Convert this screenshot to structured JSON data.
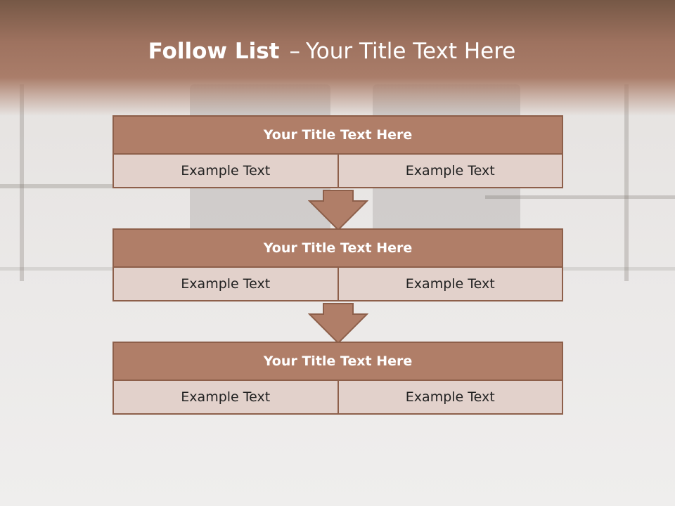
{
  "title": {
    "bold": "Follow List",
    "dash": "–",
    "rest": "Your Title Text Here"
  },
  "steps": [
    {
      "title": "Your Title Text Here",
      "left": "Example Text",
      "right": "Example Text"
    },
    {
      "title": "Your Title Text Here",
      "left": "Example Text",
      "right": "Example Text"
    },
    {
      "title": "Your Title Text Here",
      "left": "Example Text",
      "right": "Example Text"
    }
  ],
  "colors": {
    "header_band": "#9e725f",
    "step_title_fill": "#b07e68",
    "step_border": "#8d5f4a",
    "cell_fill": "#e2d1cb"
  }
}
